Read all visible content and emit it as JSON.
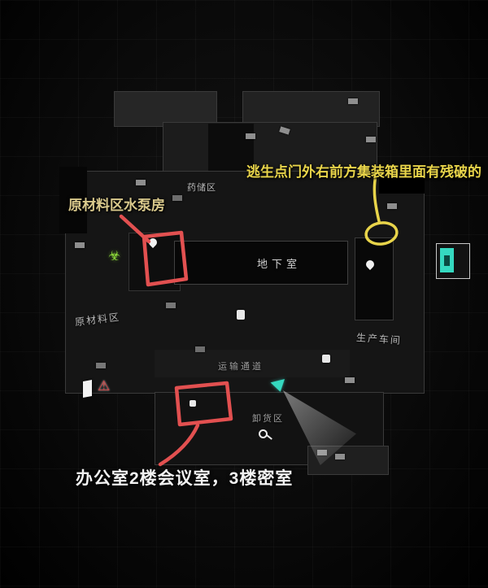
{
  "map_labels": {
    "storage": "药储区",
    "basement": "地下室",
    "raw_materials": "原材料区",
    "transport": "运输通道",
    "workshop": "生产车间",
    "unloading": "卸货区"
  },
  "annotations": {
    "pump_room_label": "原材料区水泵房",
    "escape_container_note": "逃生点门外右前方集装箱里面有残破的",
    "office_note": "办公室2楼会议室，3楼密室"
  },
  "icons": {
    "biohazard": "☣",
    "warning": "⚠"
  },
  "colors": {
    "annotation_red": "#e25050",
    "annotation_yellow": "#e8d44a",
    "label_tan": "#d9c98c",
    "exit_teal": "#35d9c0"
  }
}
